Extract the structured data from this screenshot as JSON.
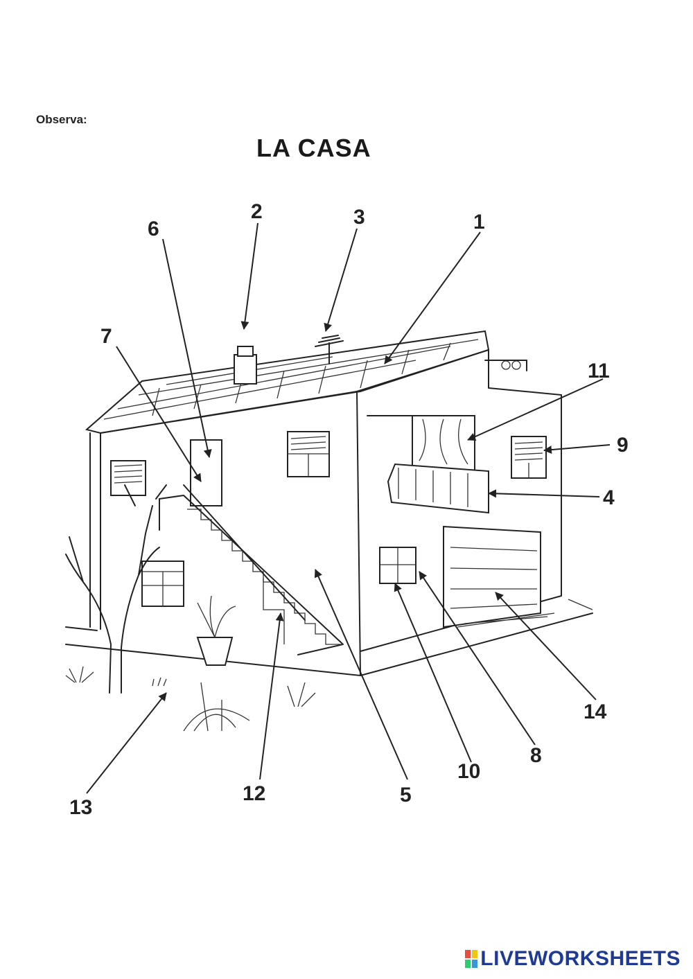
{
  "header": {
    "instruction": "Observa:",
    "title": "LA CASA"
  },
  "labels": {
    "n1": "1",
    "n2": "2",
    "n3": "3",
    "n4": "4",
    "n5": "5",
    "n6": "6",
    "n7": "7",
    "n8": "8",
    "n9": "9",
    "n10": "10",
    "n11": "11",
    "n12": "12",
    "n13": "13",
    "n14": "14"
  },
  "footer": {
    "brand": "LIVEWORKSHEETS",
    "brand_color": "#1f3a93"
  }
}
